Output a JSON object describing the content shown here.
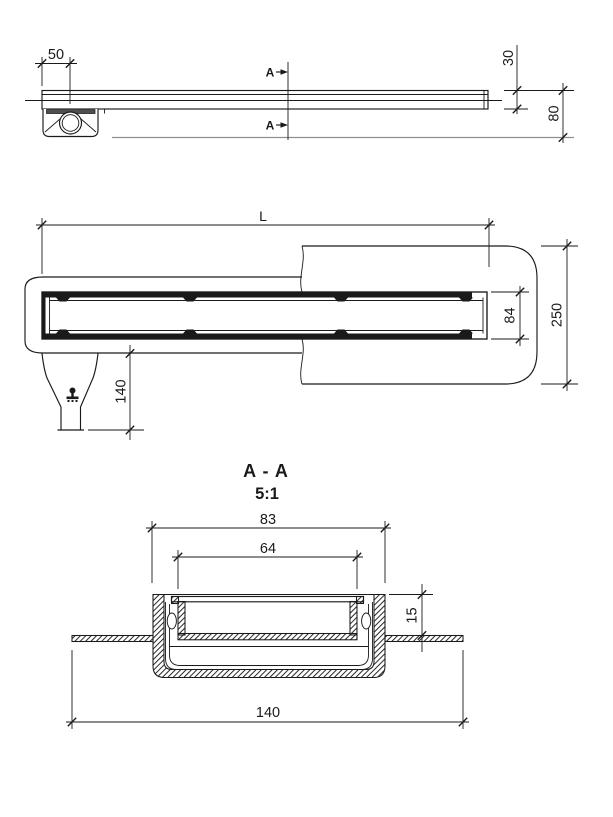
{
  "drawing": {
    "background": "#ffffff",
    "ink_color": "#1a1a1a",
    "floor_line_color": "#8f8f8f",
    "gasket_color": "#4f4f4f"
  },
  "top_view": {
    "dim_offset": "50",
    "dim_channel_height": "30",
    "dim_install_depth": "80",
    "section_mark": "A"
  },
  "plan_view": {
    "dim_length": "L",
    "dim_grate_width": "84",
    "dim_flange_width": "250",
    "dim_outlet_drop": "140"
  },
  "section_view": {
    "title": "A - A",
    "scale": "5:1",
    "dim_outer_width": "83",
    "dim_insert_width": "64",
    "dim_edge_height": "15",
    "dim_flange_span": "140"
  }
}
